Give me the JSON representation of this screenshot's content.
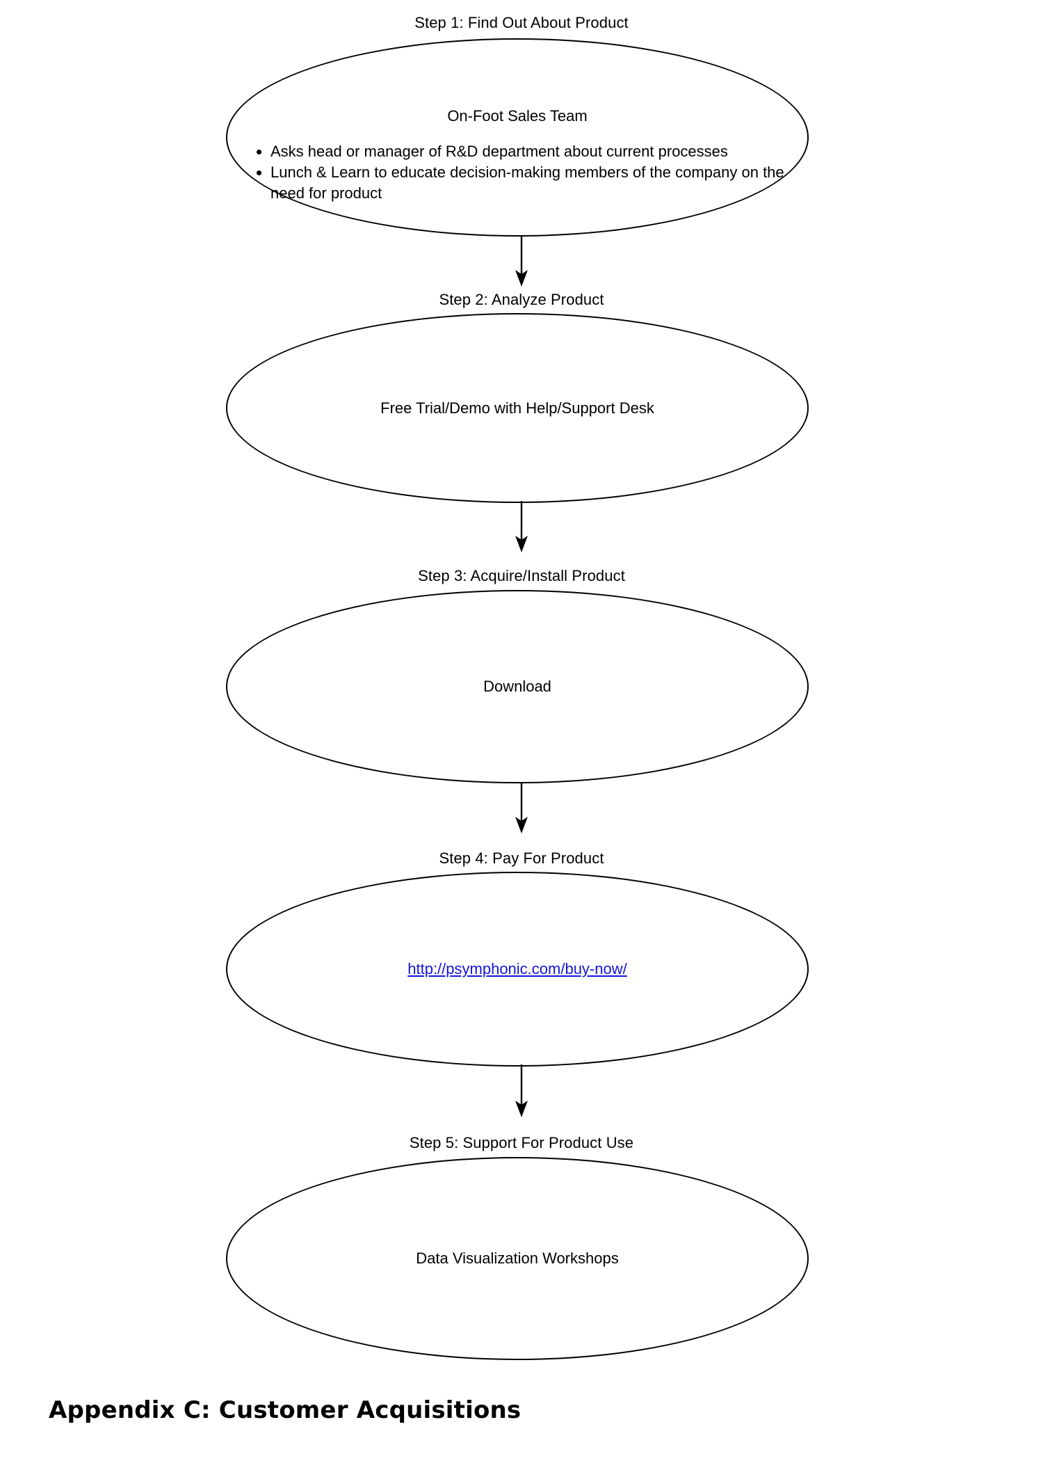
{
  "document": {
    "caption": "Appendix C: Customer Acquisitions",
    "link_color": "#1414e0",
    "stroke_color": "#000000",
    "background_color": "#ffffff"
  },
  "flow": {
    "steps": [
      {
        "label": "Step 1: Find Out About Product",
        "title": "On-Foot Sales Team",
        "bullets": [
          "Asks head or manager of R&D department about current processes",
          "Lunch & Learn to educate decision-making members of the company on the need for product"
        ]
      },
      {
        "label": "Step 2: Analyze Product",
        "title": "Free Trial/Demo with Help/Support Desk",
        "bullets": []
      },
      {
        "label": "Step 3: Acquire/Install Product",
        "title": "Download",
        "bullets": []
      },
      {
        "label": "Step 4: Pay For Product",
        "title": "",
        "link": "http://psymphonic.com/buy-now/",
        "bullets": []
      },
      {
        "label": "Step 5: Support For Product Use",
        "title": "Data Visualization Workshops",
        "bullets": []
      }
    ],
    "connectors": [
      {
        "from": "Step 1: Find Out About Product",
        "to": "Step 2: Analyze Product"
      },
      {
        "from": "Step 2: Analyze Product",
        "to": "Step 3: Acquire/Install Product"
      },
      {
        "from": "Step 3: Acquire/Install Product",
        "to": "Step 4: Pay For Product"
      },
      {
        "from": "Step 4: Pay For Product",
        "to": "Step 5: Support For Product Use"
      }
    ]
  }
}
